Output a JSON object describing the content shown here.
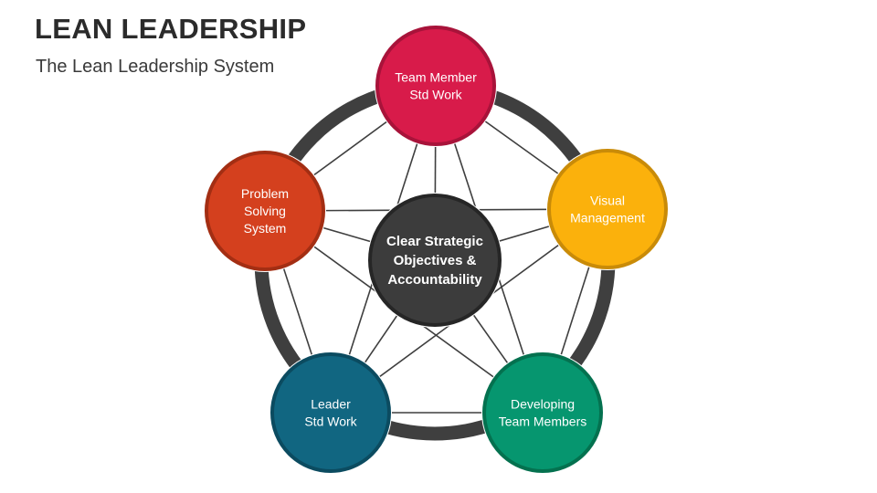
{
  "header": {
    "title": "LEAN LEADERSHIP",
    "subtitle": "The Lean Leadership System"
  },
  "diagram": {
    "ring_color": "#3f3f3f",
    "connector_color": "#3f3f3f",
    "center": {
      "lines": [
        "Clear Strategic",
        "Objectives &",
        "Accountability"
      ],
      "fill": "#3c3c3c",
      "border": "#262626"
    },
    "nodes": [
      {
        "id": "team-member-std-work",
        "lines": [
          "Team Member",
          "Std Work"
        ],
        "fill": "#d81b4a",
        "border": "#a8133a"
      },
      {
        "id": "visual-management",
        "lines": [
          "Visual",
          "Management"
        ],
        "fill": "#fbb10c",
        "border": "#c98b08"
      },
      {
        "id": "developing-team-members",
        "lines": [
          "Developing",
          "Team Members"
        ],
        "fill": "#06966f",
        "border": "#04714f"
      },
      {
        "id": "leader-std-work",
        "lines": [
          "Leader",
          "Std Work"
        ],
        "fill": "#116681",
        "border": "#0b4b60"
      },
      {
        "id": "problem-solving-system",
        "lines": [
          "Problem",
          "Solving",
          "System"
        ],
        "fill": "#d4401e",
        "border": "#a32e13"
      }
    ]
  }
}
